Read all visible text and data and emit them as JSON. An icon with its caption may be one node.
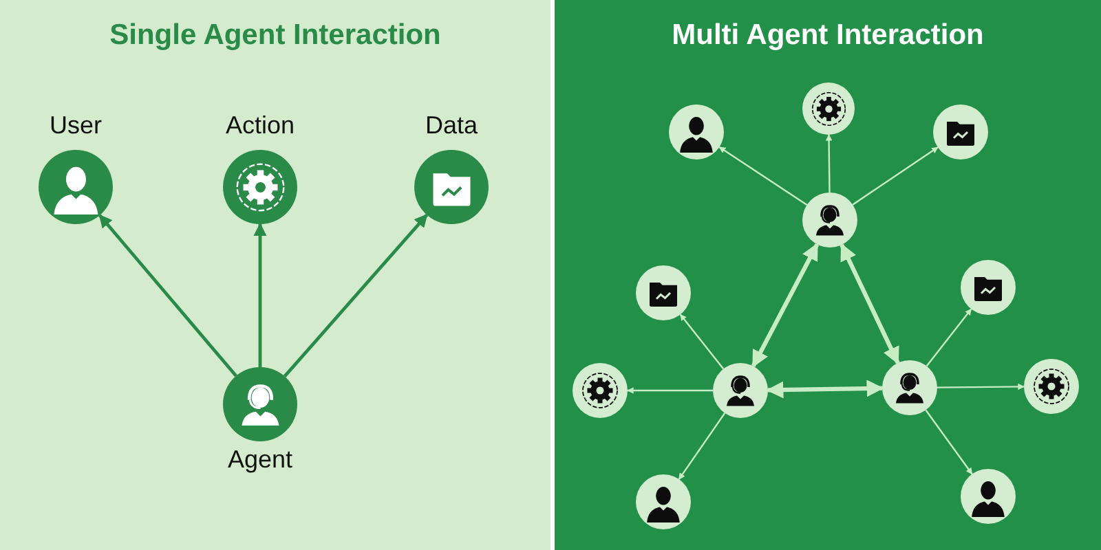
{
  "diagram": {
    "nodes": [
      {
        "text": [
          "Single Agent Interaction"
        ]
      },
      {
        "text": [
          "User"
        ],
        "in": 0
      },
      {
        "text": [
          "Action"
        ],
        "in": 0
      },
      {
        "text": [
          "Data"
        ],
        "in": 0
      },
      {
        "text": [
          "Agent"
        ],
        "in": 0
      },
      {
        "text": [
          "Multi Agent Interaction"
        ]
      },
      {
        "text": [],
        "shape": "circle",
        "in": 5
      },
      {
        "text": [],
        "shape": "circle",
        "in": 5
      },
      {
        "text": [],
        "shape": "circle",
        "in": 5
      },
      {
        "text": [],
        "shape": "circle",
        "in": 5
      },
      {
        "text": [],
        "shape": "circle",
        "in": 5
      },
      {
        "text": [],
        "shape": "circle",
        "in": 5
      },
      {
        "text": [],
        "shape": "circle",
        "in": 5
      },
      {
        "text": [],
        "shape": "circle",
        "in": 5
      },
      {
        "text": [],
        "shape": "circle",
        "in": 5
      },
      {
        "text": [],
        "shape": "circle",
        "in": 5
      },
      {
        "text": [],
        "shape": "circle",
        "in": 5
      },
      {
        "text": [],
        "shape": "circle",
        "in": 5
      }
    ],
    "edges": [
      {
        "from": 4,
        "to": 1,
        "arrow": "to",
        "color": "#2a8a48"
      },
      {
        "from": 4,
        "to": 2,
        "arrow": "to",
        "color": "#2a8a48"
      },
      {
        "from": 4,
        "to": 3,
        "arrow": "to",
        "color": "#2a8a48"
      },
      {
        "from": 9,
        "to": 7,
        "arrow": "to"
      },
      {
        "from": 9,
        "to": 6,
        "arrow": "to"
      },
      {
        "from": 9,
        "to": 8,
        "arrow": "to"
      },
      {
        "from": 13,
        "to": 9,
        "arrow": "both",
        "style": "thick"
      },
      {
        "from": 14,
        "to": 9,
        "arrow": "both",
        "style": "thick"
      },
      {
        "from": 13,
        "to": 14,
        "arrow": "both",
        "style": "thick"
      },
      {
        "from": 13,
        "to": 11,
        "arrow": "to"
      },
      {
        "from": 13,
        "to": 12,
        "arrow": "to"
      },
      {
        "from": 13,
        "to": 16,
        "arrow": "to"
      },
      {
        "from": 14,
        "to": 10,
        "arrow": "to"
      },
      {
        "from": 14,
        "to": 15,
        "arrow": "to"
      },
      {
        "from": 14,
        "to": 17,
        "arrow": "to"
      }
    ]
  }
}
